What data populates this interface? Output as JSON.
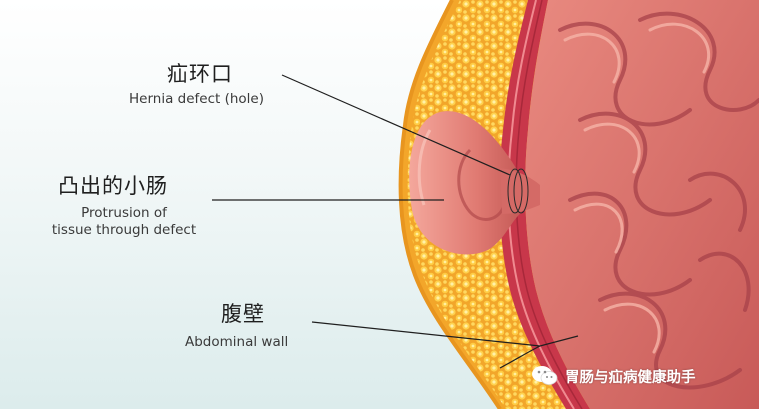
{
  "labels": {
    "hernia_defect": {
      "zh": "疝环口",
      "en": "Hernia defect (hole)"
    },
    "protrusion": {
      "zh": "凸出的小肠",
      "en_line1": "Protrusion of",
      "en_line2": "tissue through defect"
    },
    "abdominal_wall": {
      "zh": "腹壁",
      "en": "Abdominal wall"
    }
  },
  "watermark": {
    "text": "胃肠与疝病健康助手",
    "icon": "wechat-icon"
  },
  "colors": {
    "fat": "#f6b52e",
    "fat_highlight": "#ffe27a",
    "muscle": "#c8374a",
    "intestine": "#e07a72",
    "intestine_shadow": "#b94b4e",
    "background": "#e6f1f1"
  }
}
